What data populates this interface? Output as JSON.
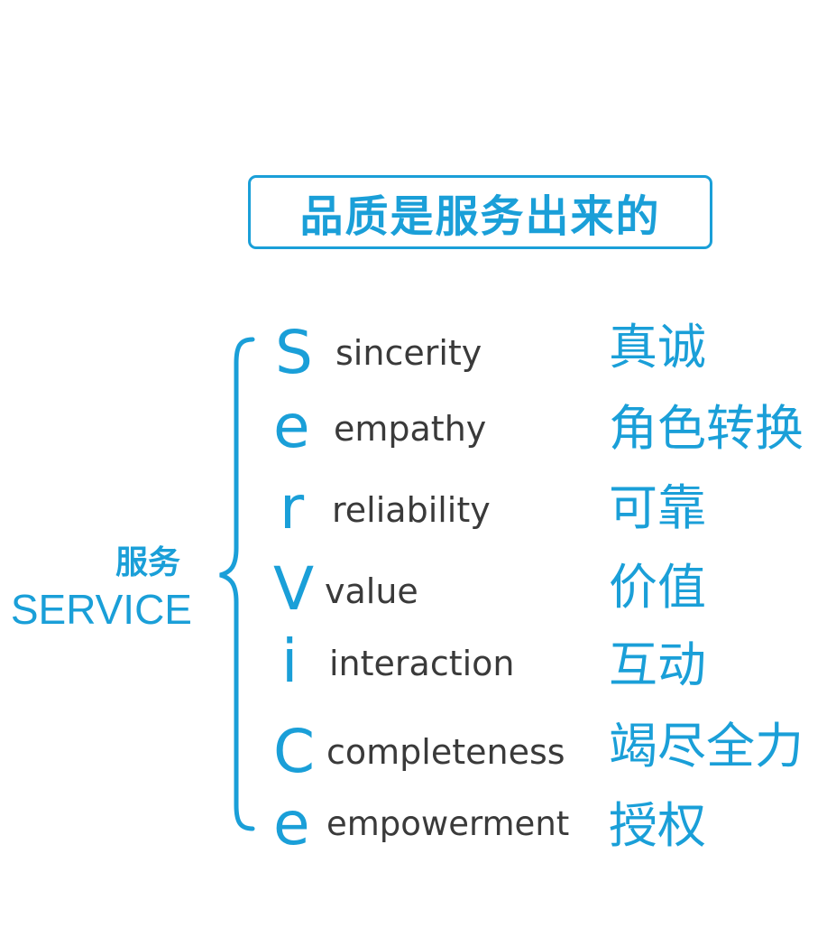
{
  "title": "品质是服务出来的",
  "side": {
    "cn": "服务",
    "en": "SERVICE"
  },
  "colors": {
    "accent": "#1a9fd8",
    "text": "#3a3a3a"
  },
  "items": [
    {
      "letter": "S",
      "word": "sincerity",
      "cn": "真诚"
    },
    {
      "letter": "e",
      "word": "empathy",
      "cn": "角色转换"
    },
    {
      "letter": "r",
      "word": "reliability",
      "cn": "可靠"
    },
    {
      "letter": "V",
      "word": "value",
      "cn": "价值"
    },
    {
      "letter": "i",
      "word": "interaction",
      "cn": "互动"
    },
    {
      "letter": "C",
      "word": "completeness",
      "cn": "竭尽全力"
    },
    {
      "letter": "e",
      "word": "empowerment",
      "cn": "授权"
    }
  ]
}
